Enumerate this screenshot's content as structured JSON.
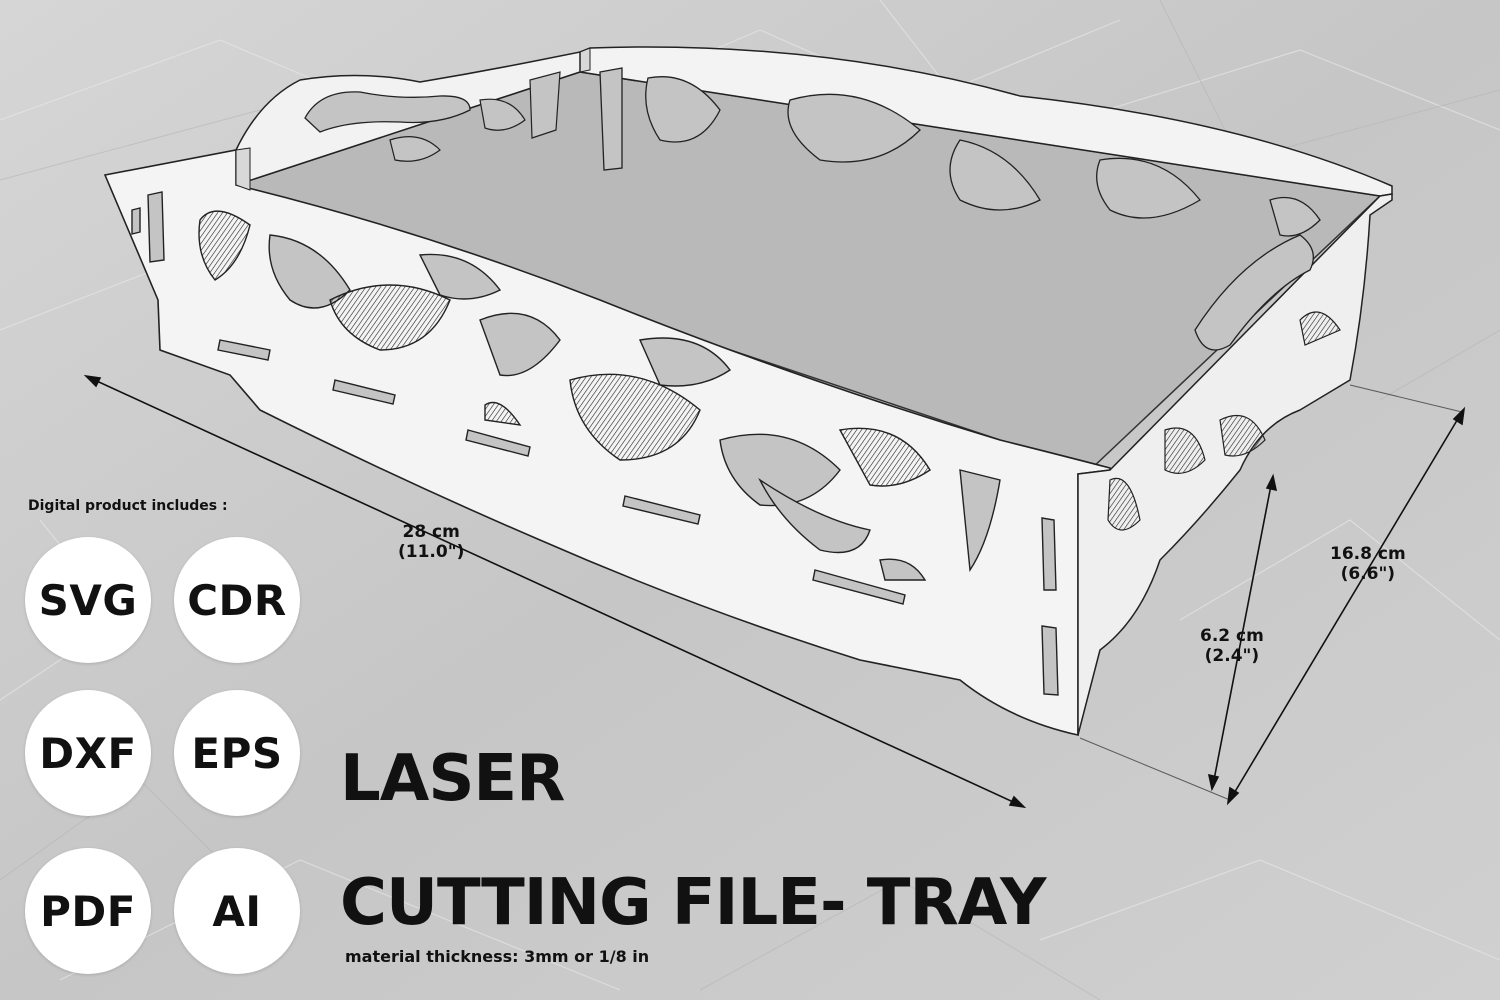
{
  "dimensions": {
    "length_cm": "28 cm",
    "length_in": "(11.0\")",
    "width_cm": "16.8 cm",
    "width_in": "(6.6\")",
    "height_cm": "6.2 cm",
    "height_in": "(2.4\")"
  },
  "includes": {
    "heading": "Digital product includes :",
    "formats": [
      "SVG",
      "CDR",
      "DXF",
      "EPS",
      "PDF",
      "AI"
    ]
  },
  "title": {
    "line1": "LASER",
    "line2": "CUTTING FILE- TRAY"
  },
  "material_note": "material thickness: 3mm or 1/8 in",
  "colors": {
    "background": "#c9c9c9",
    "panel": "#f4f4f4",
    "floor": "#b8b8b8",
    "ink": "#111111"
  }
}
